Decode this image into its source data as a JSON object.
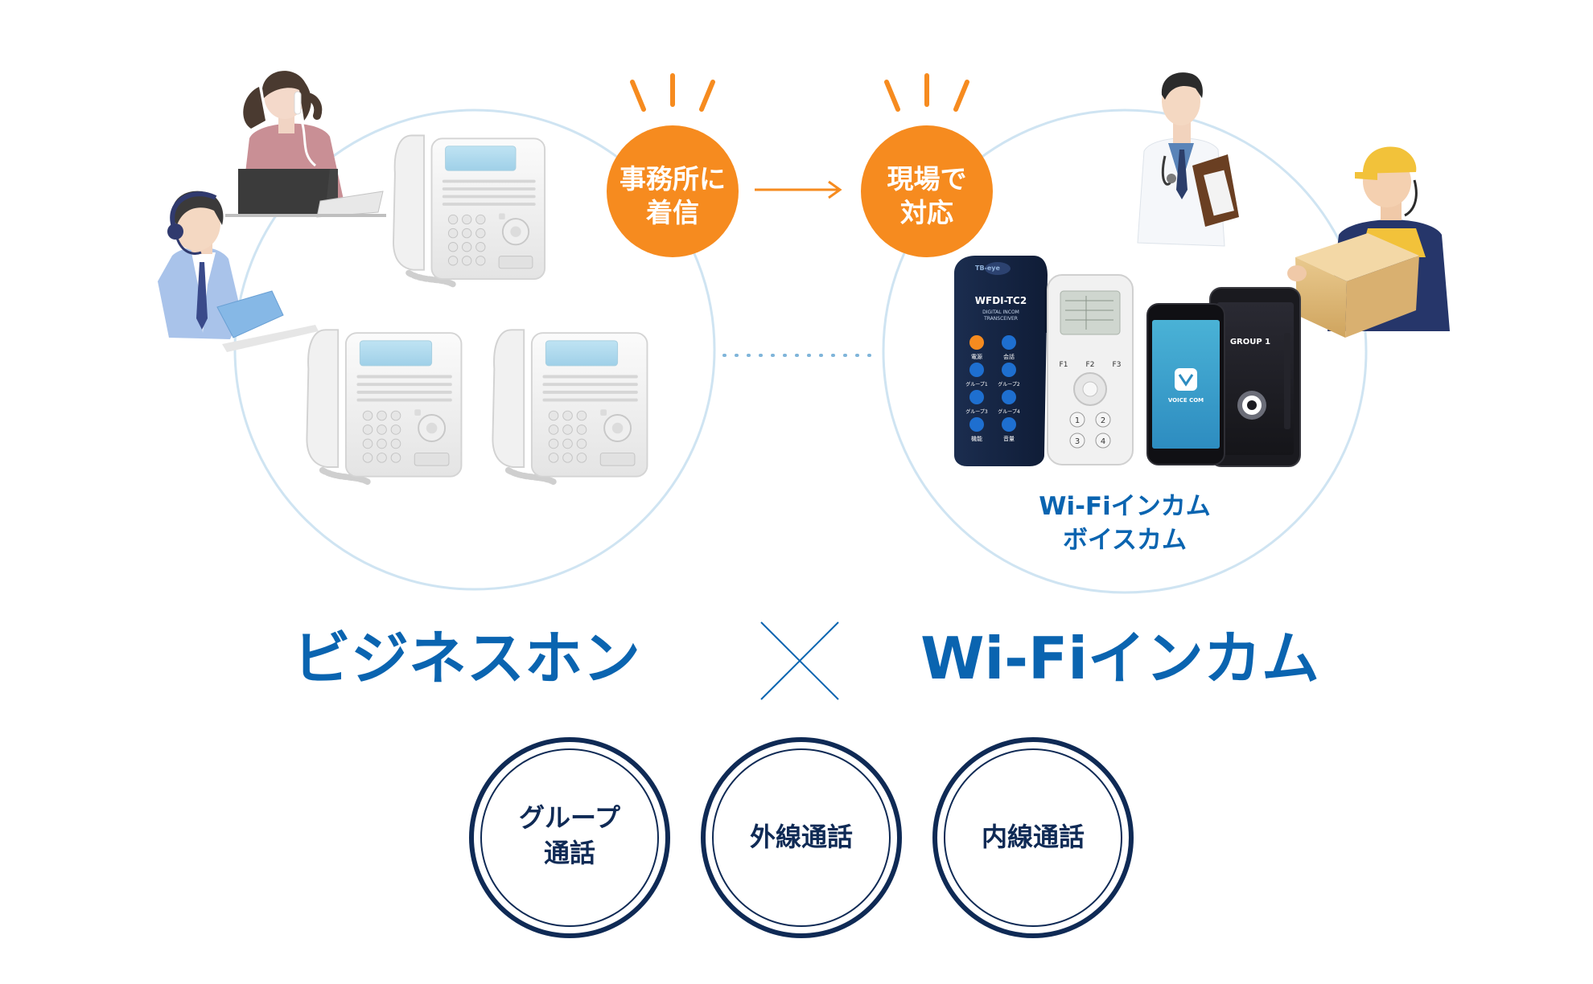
{
  "bubbles": {
    "office_line1": "事務所に",
    "office_line2": "着信",
    "field_line1": "現場で",
    "field_line2": "対応"
  },
  "titles": {
    "left": "ビジネスホン",
    "right": "Wi-Fiインカム"
  },
  "device_label": {
    "line1": "Wi-Fiインカム",
    "line2": "ボイスカム"
  },
  "devices": {
    "transceiver_model": "WFDI-TC2",
    "transceiver_sub1": "DIGITAL INCOM",
    "transceiver_sub2": "TRANSCEIVER",
    "transceiver_brand": "TB-eye",
    "btn_power": "電源",
    "btn_talk": "会話",
    "btn_group1": "グループ1",
    "btn_group2": "グループ2",
    "btn_group3": "グループ3",
    "btn_group4": "グループ4",
    "btn_function": "機能",
    "btn_volume": "音量",
    "remote_f1": "F1",
    "remote_f2": "F2",
    "remote_f3": "F3",
    "remote_k1": "1",
    "remote_k2": "2",
    "remote_k3": "3",
    "remote_k4": "4",
    "app_name": "VOICE COM",
    "group_label": "GROUP 1"
  },
  "features": {
    "group_line1": "グループ",
    "group_line2": "通話",
    "external": "外線通話",
    "internal": "内線通話"
  },
  "colors": {
    "orange": "#f68b1f",
    "blue_title": "#0a64b0",
    "navy_ring": "#0f2a55",
    "circle_outline": "#cfe4f2"
  }
}
